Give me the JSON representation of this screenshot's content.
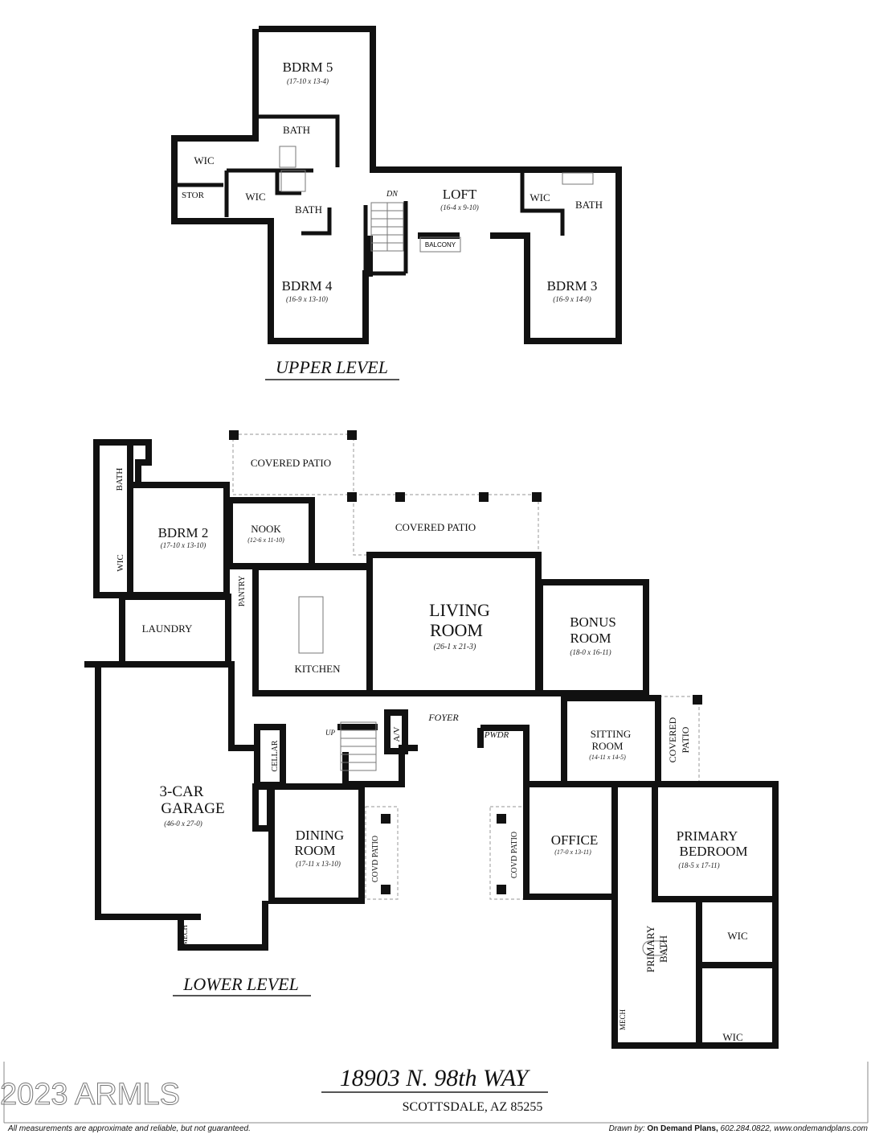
{
  "upper_level": {
    "title": "UPPER LEVEL",
    "rooms": [
      {
        "name": "BDRM 5",
        "dims": "(17-10 x 13-4)"
      },
      {
        "name": "BATH"
      },
      {
        "name": "WIC"
      },
      {
        "name": "STOR"
      },
      {
        "name": "WIC"
      },
      {
        "name": "BATH"
      },
      {
        "name": "DN"
      },
      {
        "name": "LOFT",
        "dims": "(16-4 x 9-10)"
      },
      {
        "name": "BALCONY"
      },
      {
        "name": "WIC"
      },
      {
        "name": "BATH"
      },
      {
        "name": "BDRM 4",
        "dims": "(16-9 x 13-10)"
      },
      {
        "name": "BDRM 3",
        "dims": "(16-9 x 14-0)"
      }
    ]
  },
  "lower_level": {
    "title": "LOWER LEVEL",
    "rooms": [
      {
        "name": "COVERED PATIO"
      },
      {
        "name": "COVERED PATIO"
      },
      {
        "name": "BATH"
      },
      {
        "name": "BDRM 2",
        "dims": "(17-10 x 13-10)"
      },
      {
        "name": "WIC"
      },
      {
        "name": "NOOK",
        "dims": "(12-6 x 11-10)"
      },
      {
        "name": "PANTRY"
      },
      {
        "name_line1": "LIVING",
        "name_line2": "ROOM",
        "dims": "(26-1 x 21-3)"
      },
      {
        "name_line1": "BONUS",
        "name_line2": "ROOM",
        "dims": "(18-0 x 16-11)"
      },
      {
        "name": "LAUNDRY"
      },
      {
        "name": "KITCHEN"
      },
      {
        "name": "FOYER"
      },
      {
        "name": "UP"
      },
      {
        "name": "A/V"
      },
      {
        "name": "CELLAR"
      },
      {
        "name": "PWDR"
      },
      {
        "name_line1": "SITTING",
        "name_line2": "ROOM",
        "dims": "(14-11 x 14-5)"
      },
      {
        "name_line1": "COVERED",
        "name_line2": "PATIO"
      },
      {
        "name_line1": "3-CAR",
        "name_line2": "GARAGE",
        "dims": "(46-0 x 27-0)"
      },
      {
        "name_line1": "DINING",
        "name_line2": "ROOM",
        "dims": "(17-11 x 13-10)"
      },
      {
        "name": "COVD PATIO"
      },
      {
        "name": "COVD PATIO"
      },
      {
        "name": "OFFICE",
        "dims": "(17-0 x 13-11)"
      },
      {
        "name_line1": "PRIMARY",
        "name_line2": "BEDROOM",
        "dims": "(18-5 x 17-11)"
      },
      {
        "name_line1": "PRIMARY",
        "name_line2": "BATH"
      },
      {
        "name": "WIC"
      },
      {
        "name": "WIC"
      },
      {
        "name": "MECH"
      },
      {
        "name": "MECH"
      }
    ]
  },
  "address": {
    "street": "18903 N. 98th WAY",
    "city": "SCOTTSDALE, AZ 85255"
  },
  "watermark": "2023 ARMLS",
  "footer": {
    "disclaimer": "All measurements are approximate and reliable, but not guaranteed.",
    "drawn_by_label": "Drawn by:",
    "drawn_by_company": "On Demand Plans,",
    "drawn_by_contact": "602.284.0822, www.ondemandplans.com"
  }
}
